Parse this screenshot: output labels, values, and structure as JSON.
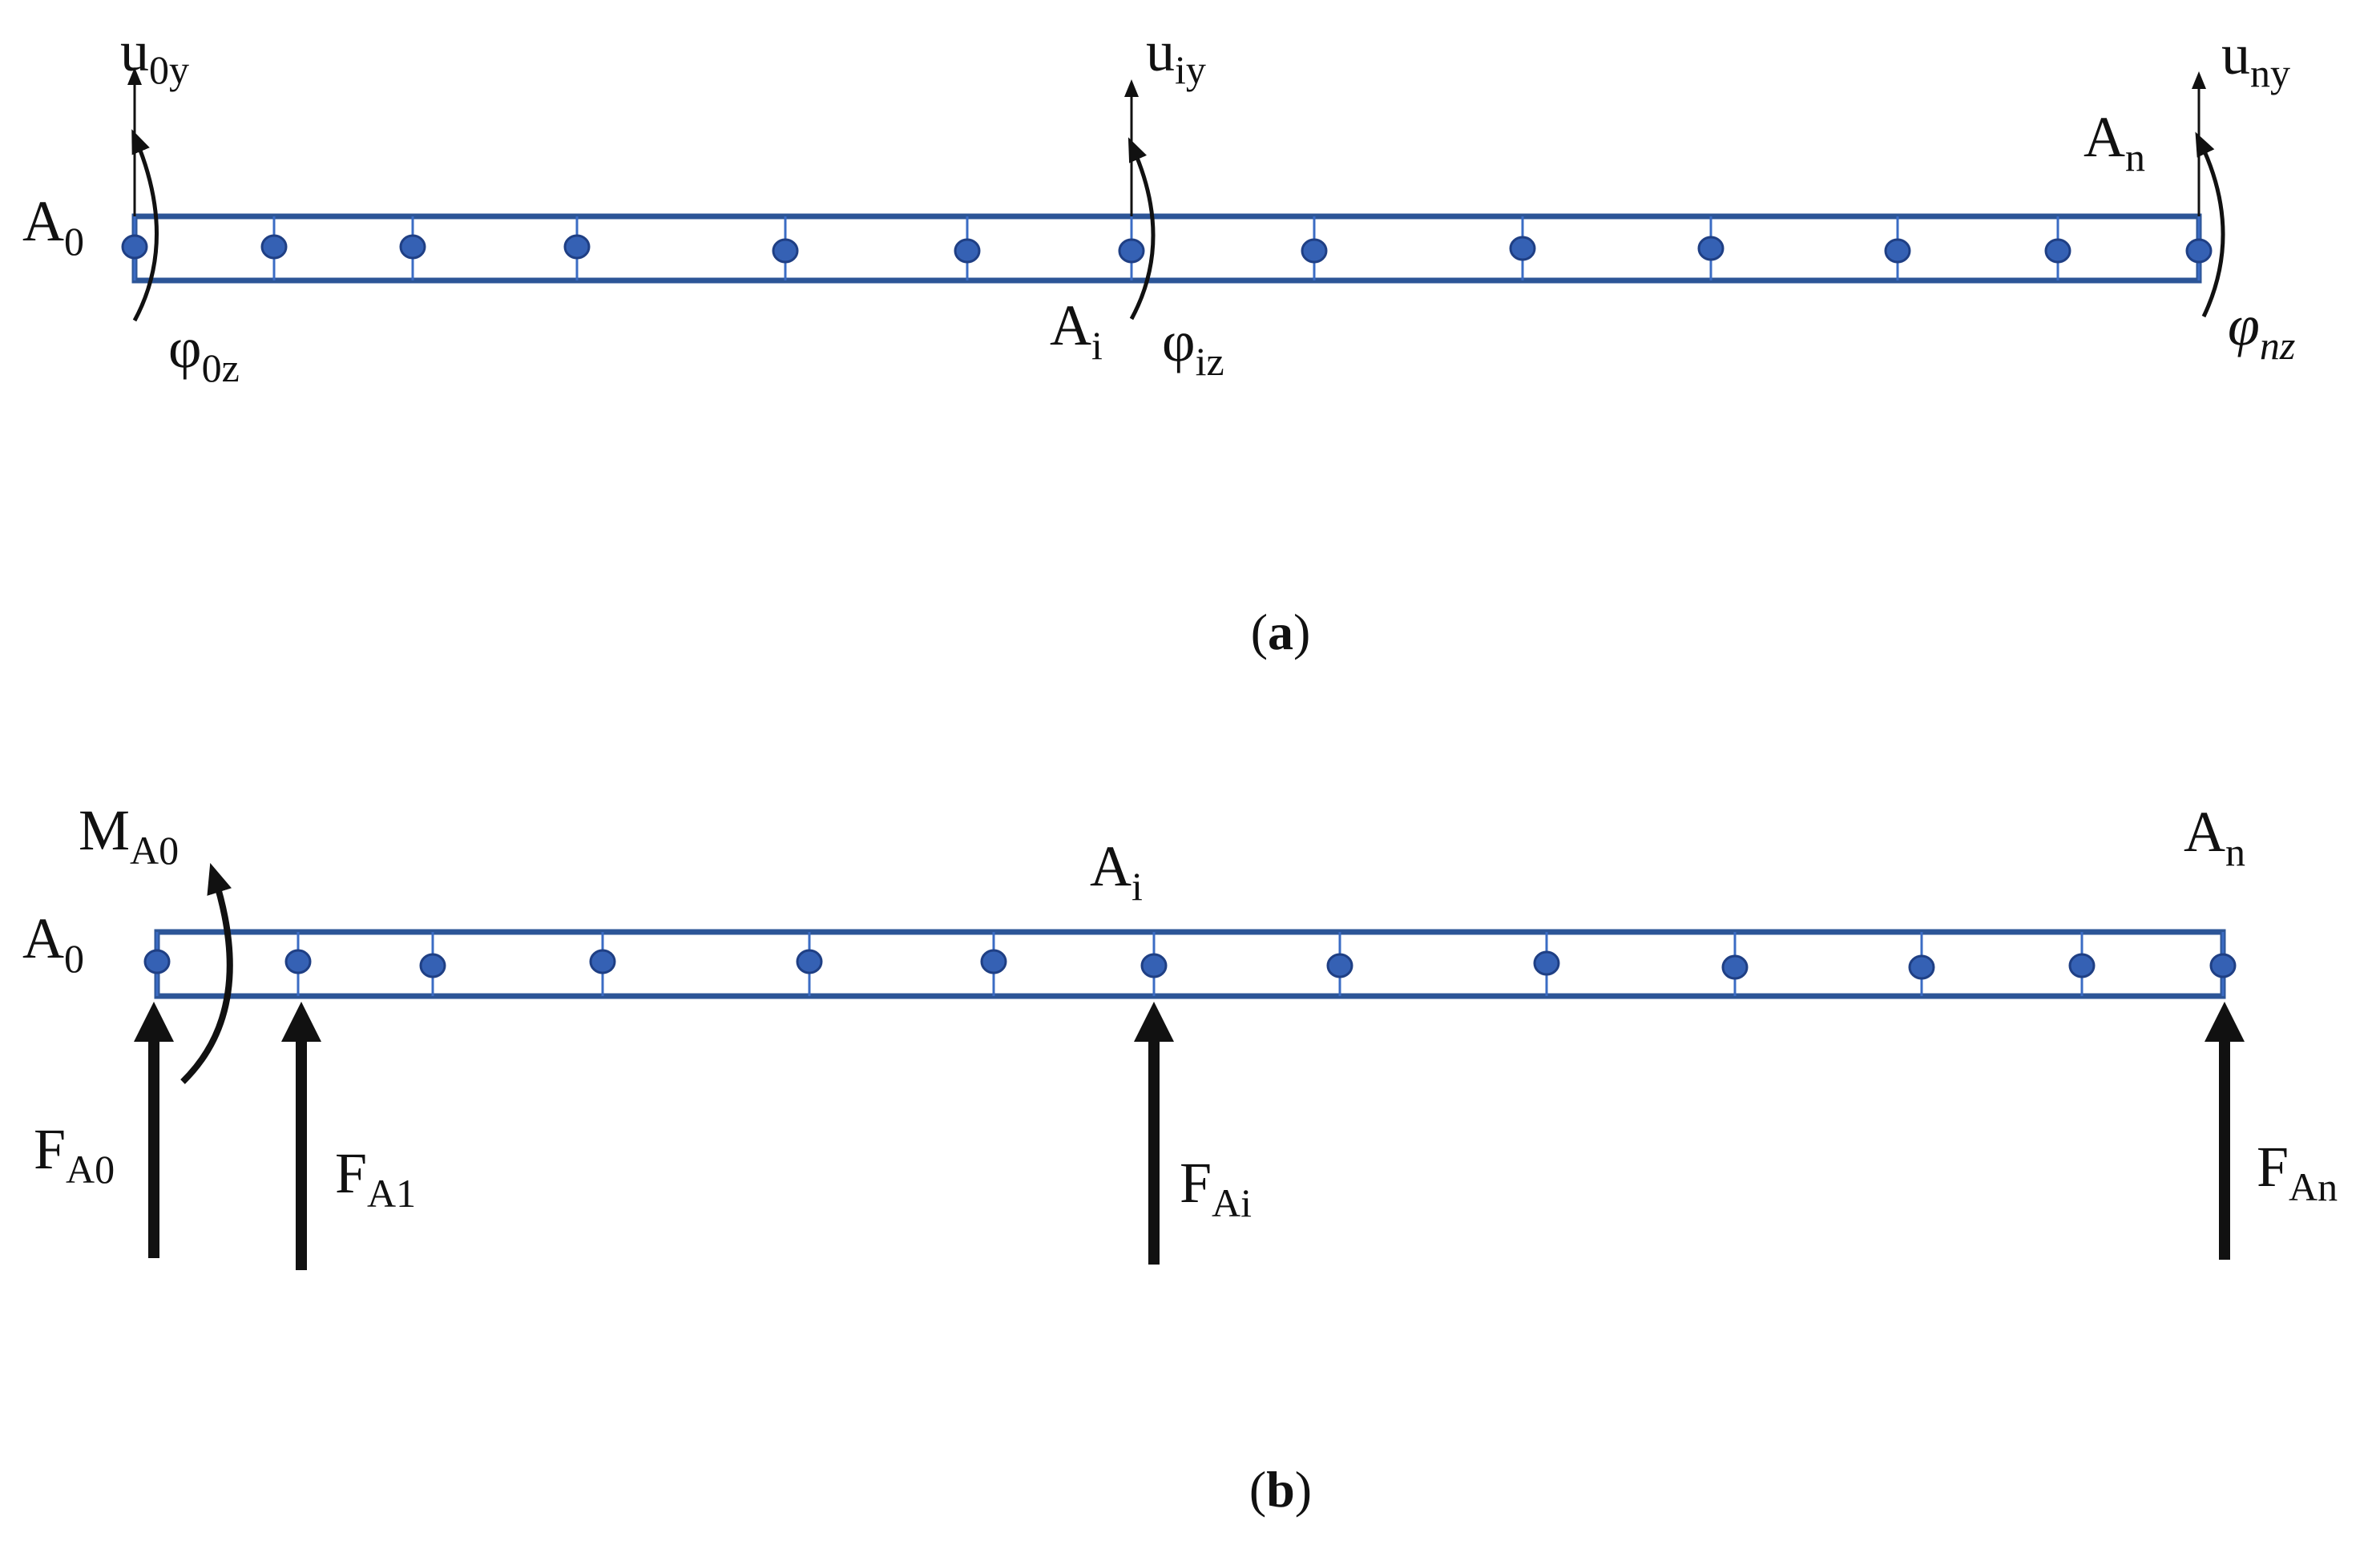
{
  "diagram_a": {
    "caption": "(a)",
    "caption_letter": "a",
    "labels": {
      "A0": {
        "main": "A",
        "sub": "0"
      },
      "Ai": {
        "main": "A",
        "sub": "i"
      },
      "An": {
        "main": "A",
        "sub": "n"
      },
      "u0y": {
        "main": "u",
        "sub": "0y"
      },
      "uiy": {
        "main": "u",
        "sub": "iy"
      },
      "uny": {
        "main": "u",
        "sub": "ny"
      },
      "phi0z": {
        "main": "φ",
        "sub": "0z"
      },
      "phiiz": {
        "main": "φ",
        "sub": "iz"
      },
      "phinz": {
        "main": "φ",
        "sub": "nz"
      }
    },
    "node_count": 13
  },
  "diagram_b": {
    "caption": "(b)",
    "caption_letter": "b",
    "labels": {
      "A0": {
        "main": "A",
        "sub": "0"
      },
      "Ai": {
        "main": "A",
        "sub": "i"
      },
      "An": {
        "main": "A",
        "sub": "n"
      },
      "MA0": {
        "main": "M",
        "sub": "A0"
      },
      "FA0": {
        "main": "F",
        "sub": "A0"
      },
      "FA1": {
        "main": "F",
        "sub": "A1"
      },
      "FAi": {
        "main": "F",
        "sub": "Ai"
      },
      "FAn": {
        "main": "F",
        "sub": "An"
      }
    },
    "node_count": 13
  },
  "colors": {
    "beam": "#2c5597",
    "node": "#3561b4",
    "arrow": "#111111"
  }
}
